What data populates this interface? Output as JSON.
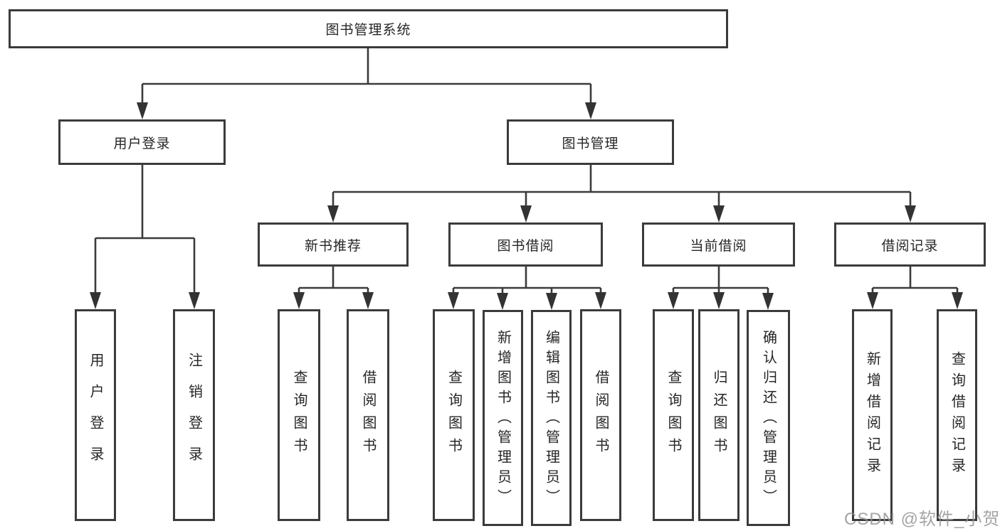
{
  "watermark": "CSDN @软件_小贺同学",
  "colors": {
    "line": "#3b3b3b",
    "box_border": "#3b3b3b",
    "text": "#262626",
    "watermark": "#949494",
    "background": "#ffffff"
  },
  "tree": {
    "label": "图书管理系统",
    "children": [
      {
        "label": "用户登录",
        "children": [
          {
            "label": "用户登录"
          },
          {
            "label": "注销登录"
          }
        ]
      },
      {
        "label": "图书管理",
        "children": [
          {
            "label": "新书推荐",
            "children": [
              {
                "label": "查询图书"
              },
              {
                "label": "借阅图书"
              }
            ]
          },
          {
            "label": "图书借阅",
            "children": [
              {
                "label": "查询图书"
              },
              {
                "label": "新增图书（管理员）"
              },
              {
                "label": "编辑图书（管理员）"
              },
              {
                "label": "借阅图书"
              }
            ]
          },
          {
            "label": "当前借阅",
            "children": [
              {
                "label": "查询图书"
              },
              {
                "label": "归还图书"
              },
              {
                "label": "确认归还（管理员）"
              }
            ]
          },
          {
            "label": "借阅记录",
            "children": [
              {
                "label": "新增借阅记录"
              },
              {
                "label": "查询借阅记录"
              }
            ]
          }
        ]
      }
    ]
  }
}
